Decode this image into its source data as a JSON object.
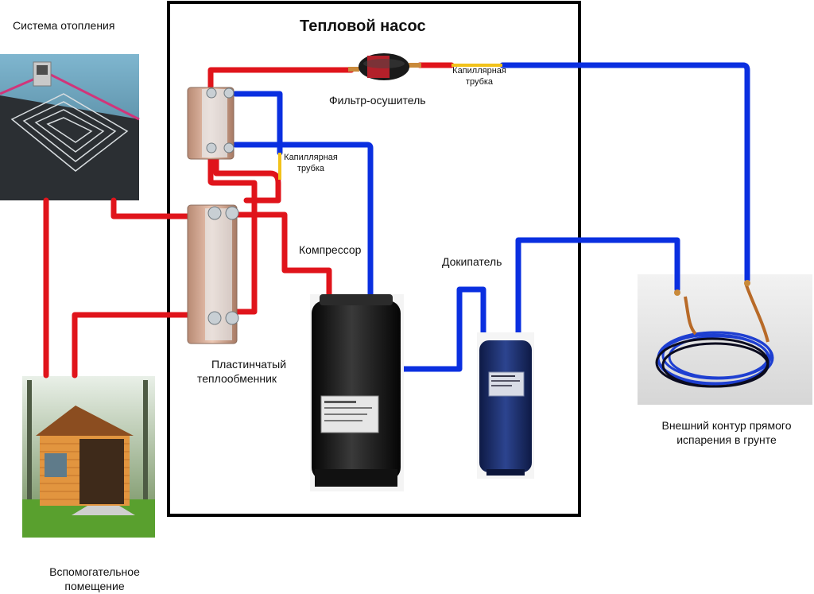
{
  "title": "Тепловой насос",
  "labels": {
    "heating_system": "Система отопления",
    "filter_drier": "Фильтр-осушитель",
    "capillary_top_line1": "Капиллярная",
    "capillary_top_line2": "трубка",
    "capillary_mid_line1": "Капиллярная",
    "capillary_mid_line2": "трубка",
    "compressor": "Компрессор",
    "accumulator": "Докипатель",
    "plate_exchanger_line1": "Пластинчатый",
    "plate_exchanger_line2": "теплообменник",
    "external_loop_line1": "Внешний контур прямого",
    "external_loop_line2": "испарения в грунте",
    "auxiliary_room_line1": "Вспомогательное",
    "auxiliary_room_line2": "помещение"
  },
  "colors": {
    "hot_pipe": "#e0141b",
    "cold_pipe": "#0a2fe0",
    "capillary": "#f2c21a",
    "frame": "#000000",
    "compressor_body": "#1a1a1a",
    "accumulator_body": "#1d2f6e",
    "exchanger_body": "#d9a98e"
  },
  "icons": {
    "floor_heating": "underfloor-heating-image",
    "garage": "garage-building-image",
    "ground_coil": "copper-coil-image",
    "filter_drier": "filter-drier-icon",
    "compressor": "scroll-compressor-icon",
    "accumulator": "suction-accumulator-icon",
    "plate_exchanger_top": "plate-heat-exchanger-icon",
    "plate_exchanger_bottom": "plate-heat-exchanger-icon"
  }
}
